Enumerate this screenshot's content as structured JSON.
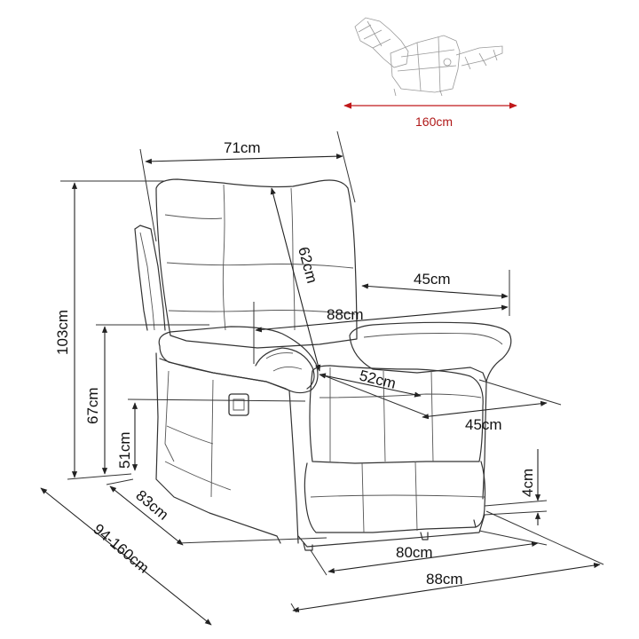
{
  "dimensions": {
    "reclined_length": "160cm",
    "back_width": "71cm",
    "back_height": "62cm",
    "armrest_depth": "45cm",
    "total_width_top": "88cm",
    "seat_depth": "52cm",
    "seat_width": "45cm",
    "total_height": "103cm",
    "armrest_height": "67cm",
    "seat_height": "51cm",
    "depth": "83cm",
    "depth_range": "94-160cm",
    "base_width": "80cm",
    "total_width_bottom": "88cm",
    "leg_height": "4cm"
  },
  "colors": {
    "reclined_arrow": "#c0181a",
    "reclined_label": "#b01818",
    "lines": "#222222"
  }
}
